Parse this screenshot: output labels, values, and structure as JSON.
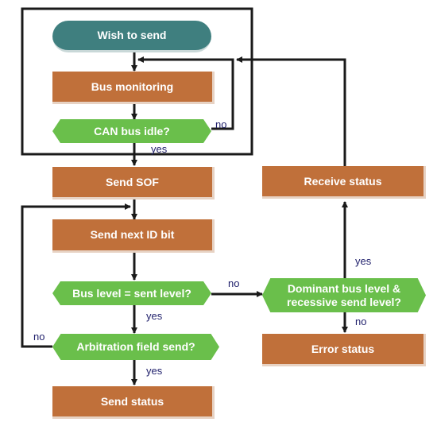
{
  "nodes": {
    "wish_to_send": "Wish to send",
    "bus_monitoring": "Bus monitoring",
    "can_bus_idle": "CAN bus idle?",
    "send_sof": "Send SOF",
    "send_next_id_bit": "Send next ID bit",
    "bus_level_equal": "Bus level = sent level?",
    "arbitration_field_send": "Arbitration field send?",
    "send_status": "Send status",
    "receive_status": "Receive status",
    "dominant_recessive": "Dominant bus level &\nrecessive send level?",
    "error_status": "Error status"
  },
  "edge_labels": {
    "idle_no": "no",
    "idle_yes": "yes",
    "bus_level_no": "no",
    "bus_level_yes": "yes",
    "arbitration_no": "no",
    "arbitration_yes": "yes",
    "dominant_yes": "yes",
    "dominant_no": "no"
  },
  "colors": {
    "process": "#c0703a",
    "decision": "#6abf4b",
    "start": "#3f7f7f",
    "line": "#1a1a1a",
    "label": "#1f1f6b"
  }
}
